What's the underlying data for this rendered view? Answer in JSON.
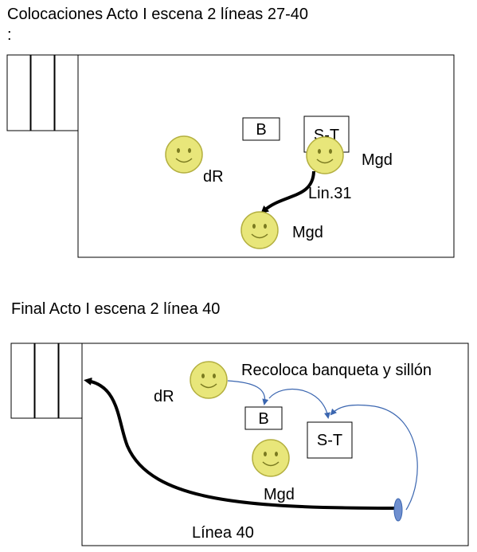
{
  "diagram1": {
    "title": "Colocaciones Acto I escena 2 líneas 27-40",
    "title_colon": ":",
    "box_b": "B",
    "box_st": "S-T",
    "label_dr": "dR",
    "label_mgd_top": "Mgd",
    "label_lin31": "Lin.31",
    "label_mgd_bottom": "Mgd"
  },
  "diagram2": {
    "title": "Final Acto I escena 2 línea 40",
    "note": "Recoloca banqueta y sillón",
    "box_b": "B",
    "box_st": "S-T",
    "label_dr": "dR",
    "label_mgd": "Mgd",
    "label_linea40": "Línea 40"
  },
  "colors": {
    "face_fill": "#e8e67a",
    "face_stroke": "#b4b040",
    "curve_blue": "#3b66b0",
    "marker_fill": "#6f8fcf"
  }
}
